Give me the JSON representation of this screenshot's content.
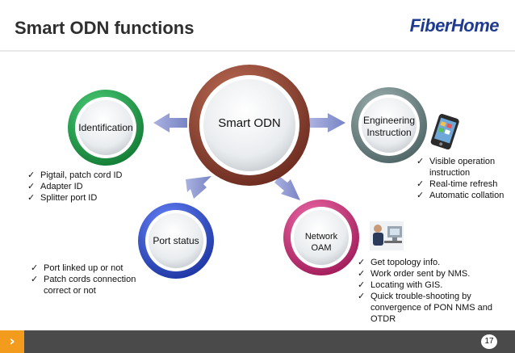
{
  "header": {
    "title": "Smart ODN functions",
    "logo": "FiberHome"
  },
  "nodes": {
    "center": "Smart ODN",
    "identification": "Identification",
    "engineering": "Engineering\nInstruction",
    "port_status": "Port status",
    "network_oam": "Network\nOAM"
  },
  "bullets": {
    "identification": [
      "Pigtail, patch cord ID",
      "Adapter ID",
      "Splitter port ID"
    ],
    "engineering": [
      "Visible operation instruction",
      "Real-time refresh",
      "Automatic collation"
    ],
    "port_status": [
      "Port linked up or not",
      "Patch cords connection correct or not"
    ],
    "network_oam": [
      "Get topology info.",
      "Work order sent by NMS.",
      "Locating with GIS.",
      "Quick trouble-shooting by convergence of PON NMS and OTDR"
    ]
  },
  "footer": {
    "page_number": "17",
    "nav_glyph": "›"
  },
  "colors": {
    "center_ring": "#8a3a2a",
    "identification_ring": "#22a04a",
    "engineering_ring": "#6f8a8a",
    "port_status_ring": "#3050c8",
    "network_oam_ring": "#d0307a",
    "arrow": "#8e98cf",
    "footer": "#4a4a4a",
    "accent": "#f29b1d"
  },
  "icons": {
    "phone": "smartphone-icon",
    "operator": "operator-at-computer-icon"
  }
}
